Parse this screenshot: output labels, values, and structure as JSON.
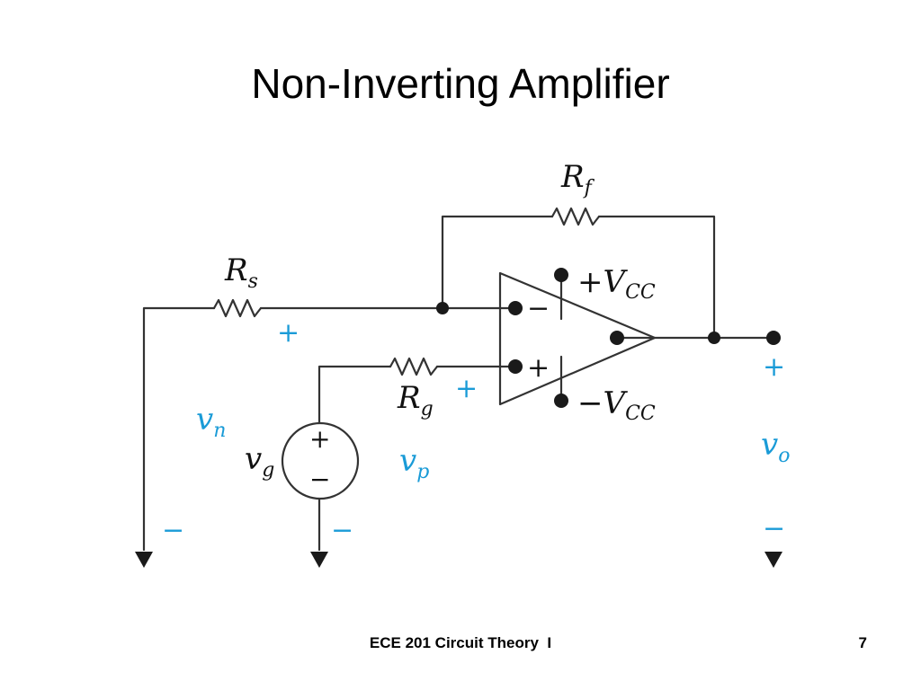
{
  "slide": {
    "title": "Non-Inverting Amplifier",
    "footer": {
      "course": "ECE 201 Circuit Theory  I",
      "page": "7"
    }
  },
  "colors": {
    "wire": "#333333",
    "label": "#111111",
    "polarity": "#1a9bd7"
  },
  "circuit": {
    "resistors": [
      {
        "id": "Rf",
        "main": "R",
        "sub": "f"
      },
      {
        "id": "Rs",
        "main": "R",
        "sub": "s"
      },
      {
        "id": "Rg",
        "main": "R",
        "sub": "g"
      }
    ],
    "opamp": {
      "inverting": "−",
      "noninverting": "+",
      "supply_pos": {
        "sign": "+",
        "main": "V",
        "sub": "CC"
      },
      "supply_neg": {
        "sign": "−",
        "main": "V",
        "sub": "CC"
      }
    },
    "source": {
      "main": "v",
      "sub": "g",
      "plus": "+",
      "minus": "−"
    },
    "voltages": {
      "vn": {
        "main": "v",
        "sub": "n",
        "plus": "+",
        "minus": "−"
      },
      "vp": {
        "main": "v",
        "sub": "p",
        "plus": "+",
        "minus": "−"
      },
      "vo": {
        "main": "v",
        "sub": "o",
        "plus": "+",
        "minus": "−"
      }
    }
  }
}
